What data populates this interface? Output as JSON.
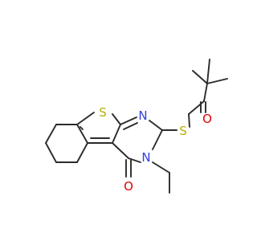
{
  "molecule": {
    "atom_labels": {
      "sulfur_ring": "S",
      "sulfur_thioether": "S",
      "nitrogen_ring": "N",
      "nitrogen_ethyl": "N",
      "oxygen_ketone": "O",
      "oxygen_lactam": "O"
    },
    "colors": {
      "bond": "#2b2b2b",
      "sulfur": "#b5b000",
      "nitrogen": "#2f3fe0",
      "oxygen": "#e00000",
      "background": "#ffffff"
    }
  }
}
